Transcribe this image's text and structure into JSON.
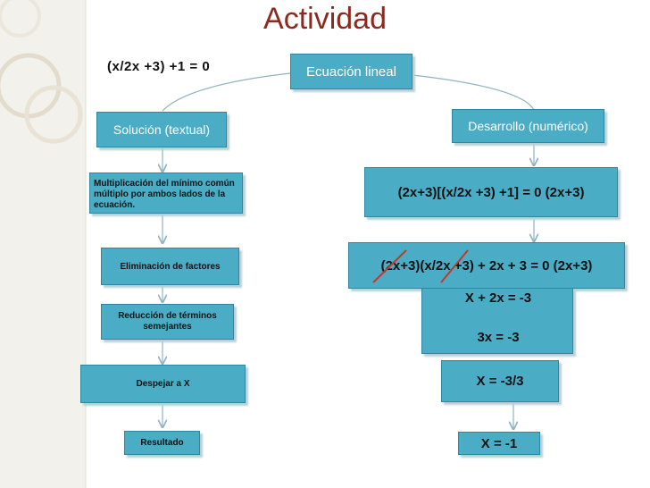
{
  "title": "Actividad",
  "equation": "(x/2x +3) +1 = 0",
  "root": "Ecuación lineal",
  "left_branch": {
    "header": "Solución (textual)",
    "steps": [
      "Multiplicación del mínimo común múltiplo por ambos lados de la ecuación.",
      "Eliminación de factores",
      "Reducción de términos semejantes",
      "Despejar a X",
      "Resultado"
    ]
  },
  "right_branch": {
    "header": "Desarrollo (numérico)",
    "steps": [
      "(2x+3)[(x/2x +3) +1] = 0 (2x+3)",
      "(2x+3)(x/2x +3) + 2x + 3 = 0 (2x+3)",
      "X + 2x = -3",
      "3x = -3",
      "X = -3/3",
      "X = -1"
    ]
  },
  "colors": {
    "box_fill": "#4bacc6",
    "box_border": "#2f86a0",
    "title": "#8b2b1f",
    "arrow": "#8fb3c0",
    "strike": "#c0392b"
  }
}
